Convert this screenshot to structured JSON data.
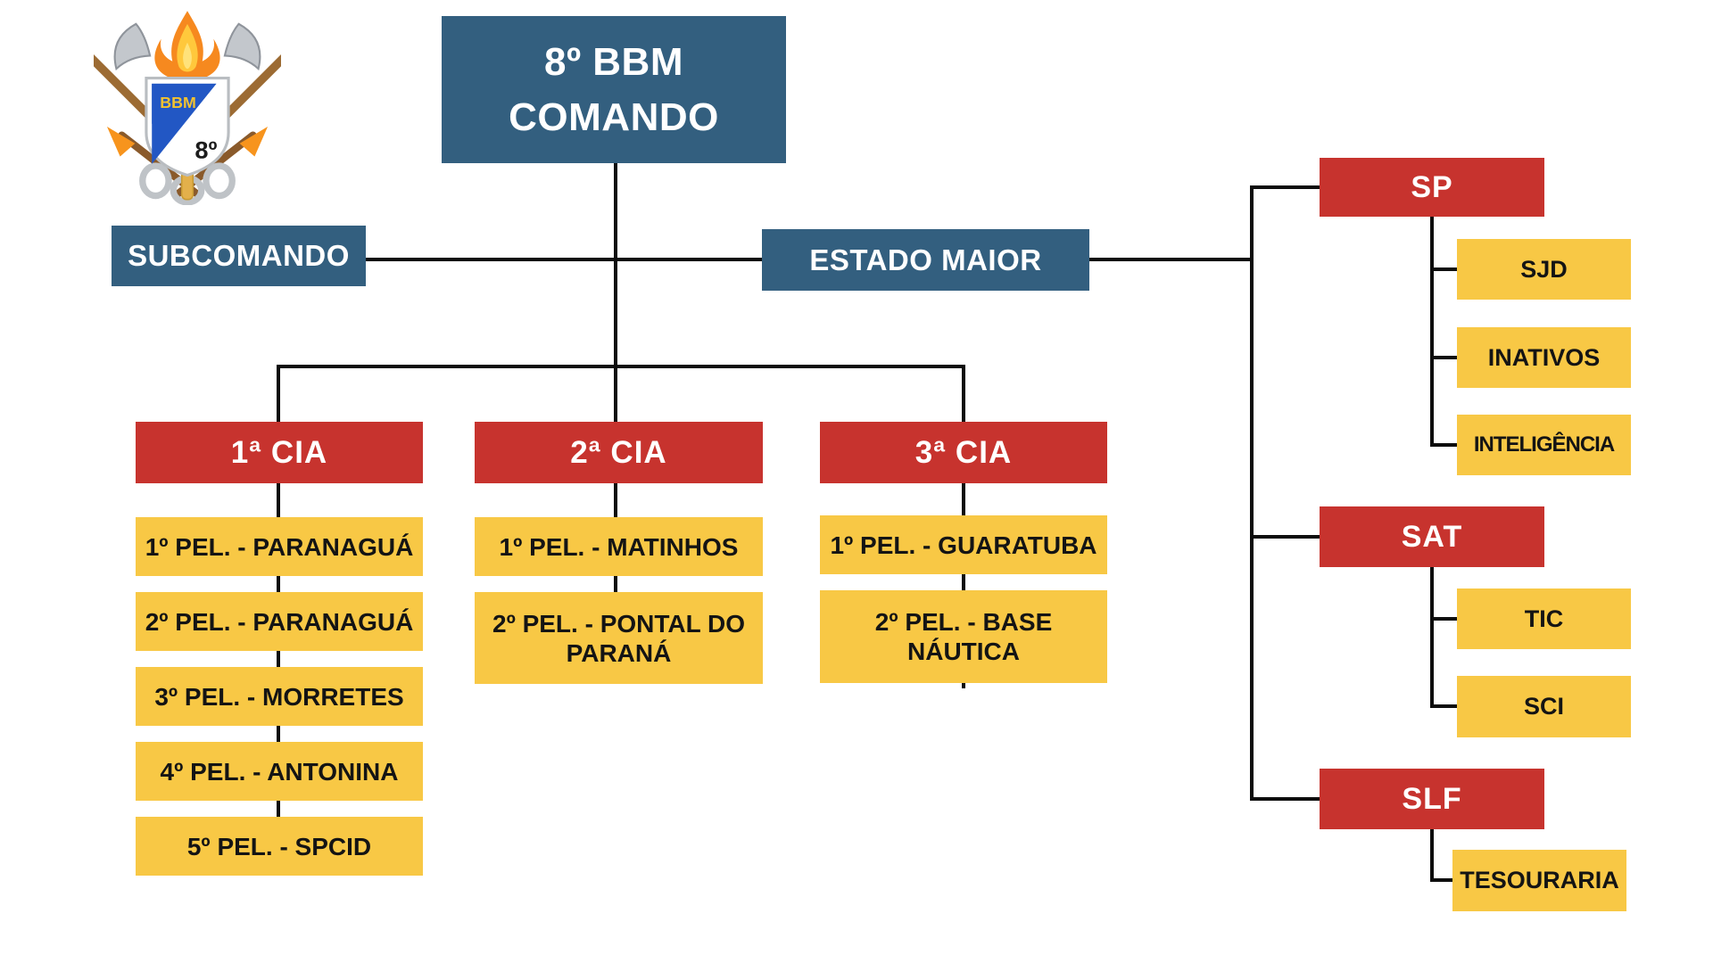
{
  "colors": {
    "box_blue": "#335F7F",
    "box_red": "#C7332E",
    "box_yellow": "#F8C845",
    "connector": "#0D0D0D",
    "yellow_box_text": "#141414"
  },
  "logo": {
    "shield_acronym": "BBM",
    "unit_number": "8º"
  },
  "nodes": {
    "comando": {
      "line1": "8º BBM",
      "line2": "COMANDO"
    },
    "subcomando": {
      "label": "SUBCOMANDO"
    },
    "estado_maior": {
      "label": "ESTADO MAIOR"
    },
    "companies": [
      {
        "label": "1ª CIA",
        "platoons": [
          "1º PEL. - PARANAGUÁ",
          "2º PEL. - PARANAGUÁ",
          "3º PEL. - MORRETES",
          "4º PEL. - ANTONINA",
          "5º PEL. - SPCID"
        ]
      },
      {
        "label": "2ª CIA",
        "platoons": [
          "1º PEL. - MATINHOS",
          "2º PEL. - PONTAL DO PARANÁ"
        ]
      },
      {
        "label": "3ª CIA",
        "platoons": [
          "1º PEL. - GUARATUBA",
          "2º PEL. - BASE NÁUTICA"
        ]
      }
    ],
    "sections": [
      {
        "label": "SP",
        "children": [
          "SJD",
          "INATIVOS",
          "INTELIGÊNCIA"
        ]
      },
      {
        "label": "SAT",
        "children": [
          "TIC",
          "SCI"
        ]
      },
      {
        "label": "SLF",
        "children": [
          "TESOURARIA"
        ]
      }
    ]
  }
}
